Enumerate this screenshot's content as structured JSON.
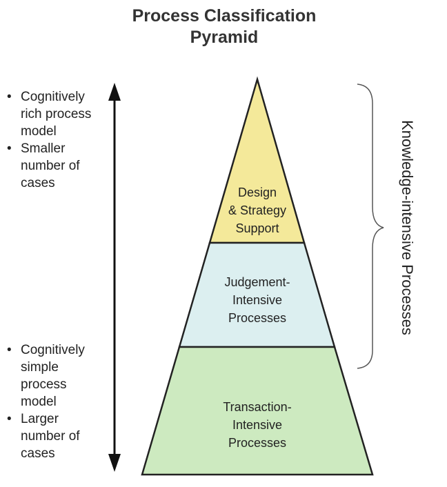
{
  "title": {
    "line1": "Process Classification",
    "line2": "Pyramid"
  },
  "top_bullets": [
    "Cognitively rich process model",
    "Smaller number of cases"
  ],
  "bottom_bullets": [
    "Cognitively simple process model",
    "Larger number of cases"
  ],
  "tiers": [
    {
      "lines": [
        "Design",
        "& Strategy",
        "Support"
      ],
      "color": "#f4e99a"
    },
    {
      "lines": [
        "Judgement-",
        "Intensive",
        "Processes"
      ],
      "color": "#dceff0"
    },
    {
      "lines": [
        "Transaction-",
        "Intensive",
        "Processes"
      ],
      "color": "#cdeac0"
    }
  ],
  "bracket_label": "Knowledge-intensive Processes",
  "bullet_glyph": "•"
}
